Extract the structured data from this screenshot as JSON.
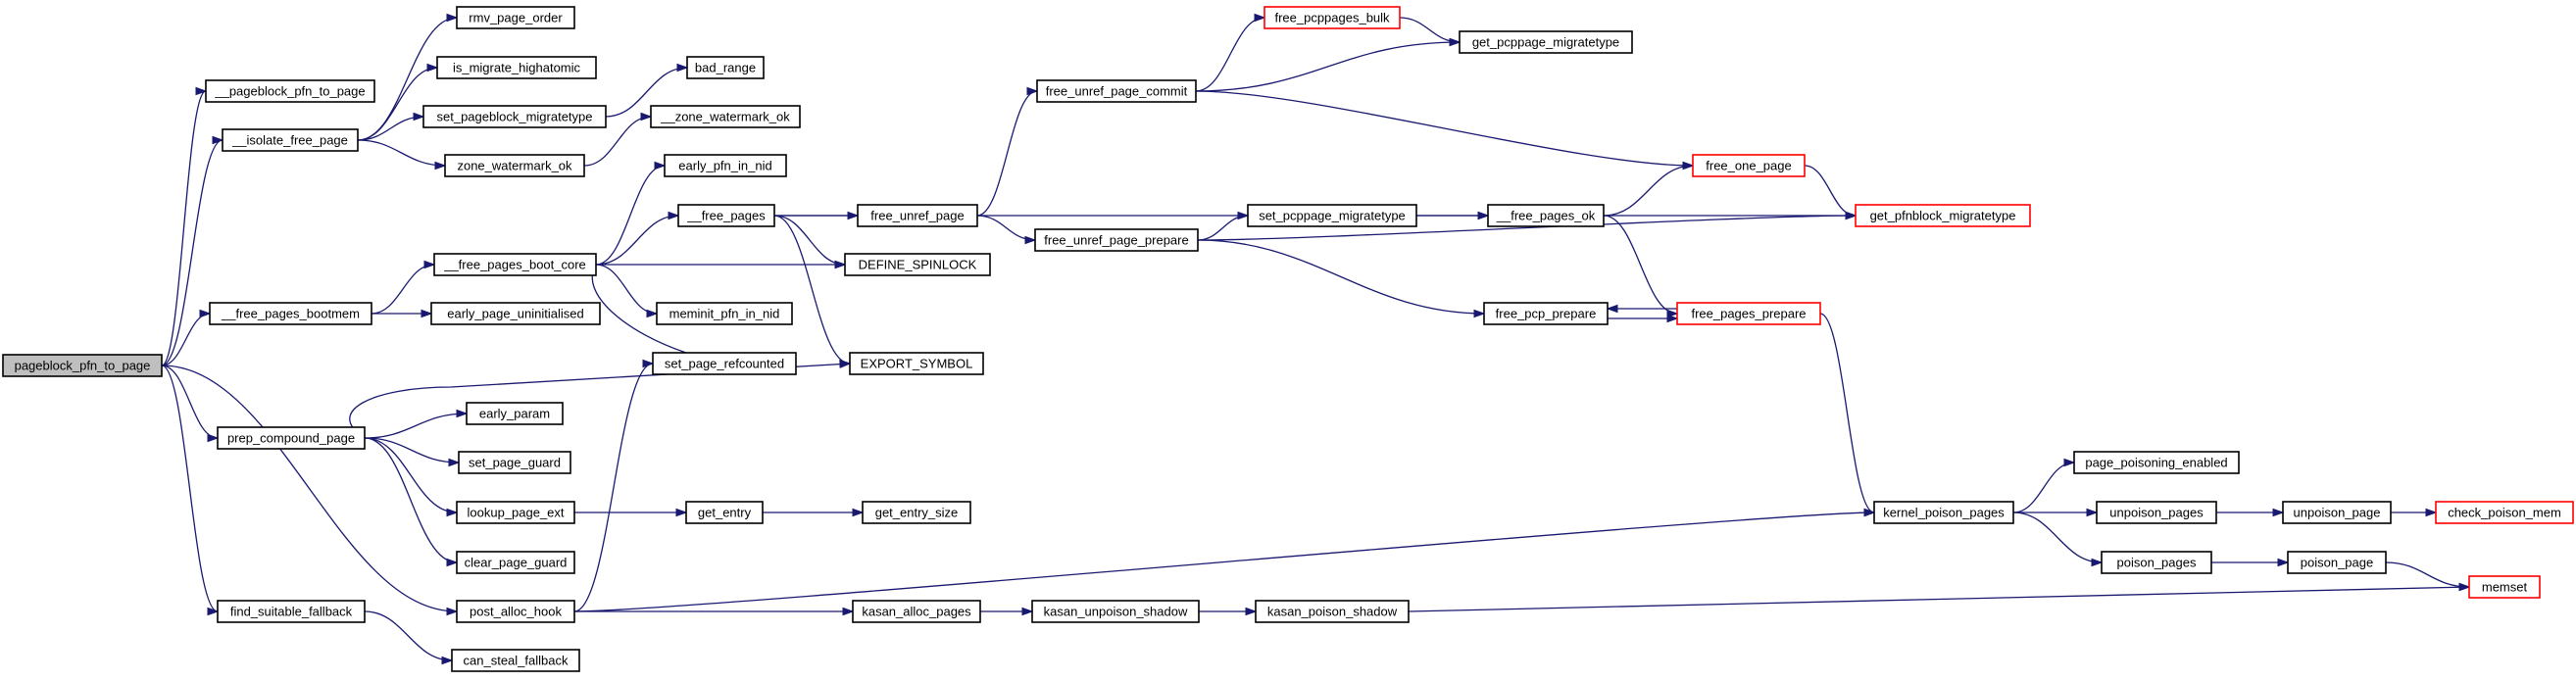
{
  "colors": {
    "edge": "#191970",
    "node_border": "#000000",
    "truncated_border": "#ff0000",
    "root_fill": "#bfbfbf",
    "node_fill": "#ffffff",
    "text": "#000000"
  },
  "graph": {
    "nodes": [
      {
        "id": "pageblock_pfn_to_page",
        "label": "pageblock_pfn_to_page",
        "kind": "root"
      },
      {
        "id": "__pageblock_pfn_to_page",
        "label": "__pageblock_pfn_to_page",
        "kind": "normal"
      },
      {
        "id": "__isolate_free_page",
        "label": "__isolate_free_page",
        "kind": "normal"
      },
      {
        "id": "__free_pages_bootmem",
        "label": "__free_pages_bootmem",
        "kind": "normal"
      },
      {
        "id": "prep_compound_page",
        "label": "prep_compound_page",
        "kind": "normal"
      },
      {
        "id": "find_suitable_fallback",
        "label": "find_suitable_fallback",
        "kind": "normal"
      },
      {
        "id": "rmv_page_order",
        "label": "rmv_page_order",
        "kind": "normal"
      },
      {
        "id": "is_migrate_highatomic",
        "label": "is_migrate_highatomic",
        "kind": "normal"
      },
      {
        "id": "set_pageblock_migratetype",
        "label": "set_pageblock_migratetype",
        "kind": "normal"
      },
      {
        "id": "zone_watermark_ok",
        "label": "zone_watermark_ok",
        "kind": "normal"
      },
      {
        "id": "__free_pages_boot_core",
        "label": "__free_pages_boot_core",
        "kind": "normal"
      },
      {
        "id": "early_page_uninitialised",
        "label": "early_page_uninitialised",
        "kind": "normal"
      },
      {
        "id": "early_param",
        "label": "early_param",
        "kind": "normal"
      },
      {
        "id": "set_page_guard",
        "label": "set_page_guard",
        "kind": "normal"
      },
      {
        "id": "lookup_page_ext",
        "label": "lookup_page_ext",
        "kind": "normal"
      },
      {
        "id": "clear_page_guard",
        "label": "clear_page_guard",
        "kind": "normal"
      },
      {
        "id": "post_alloc_hook",
        "label": "post_alloc_hook",
        "kind": "normal"
      },
      {
        "id": "can_steal_fallback",
        "label": "can_steal_fallback",
        "kind": "normal"
      },
      {
        "id": "bad_range",
        "label": "bad_range",
        "kind": "normal"
      },
      {
        "id": "__zone_watermark_ok",
        "label": "__zone_watermark_ok",
        "kind": "normal"
      },
      {
        "id": "early_pfn_in_nid",
        "label": "early_pfn_in_nid",
        "kind": "normal"
      },
      {
        "id": "__free_pages",
        "label": "__free_pages",
        "kind": "normal"
      },
      {
        "id": "meminit_pfn_in_nid",
        "label": "meminit_pfn_in_nid",
        "kind": "normal"
      },
      {
        "id": "set_page_refcounted",
        "label": "set_page_refcounted",
        "kind": "normal"
      },
      {
        "id": "get_entry",
        "label": "get_entry",
        "kind": "normal"
      },
      {
        "id": "free_unref_page",
        "label": "free_unref_page",
        "kind": "normal"
      },
      {
        "id": "DEFINE_SPINLOCK",
        "label": "DEFINE_SPINLOCK",
        "kind": "normal"
      },
      {
        "id": "EXPORT_SYMBOL",
        "label": "EXPORT_SYMBOL",
        "kind": "normal"
      },
      {
        "id": "get_entry_size",
        "label": "get_entry_size",
        "kind": "normal"
      },
      {
        "id": "kasan_alloc_pages",
        "label": "kasan_alloc_pages",
        "kind": "normal"
      },
      {
        "id": "free_unref_page_commit",
        "label": "free_unref_page_commit",
        "kind": "normal"
      },
      {
        "id": "free_unref_page_prepare",
        "label": "free_unref_page_prepare",
        "kind": "normal"
      },
      {
        "id": "kasan_unpoison_shadow",
        "label": "kasan_unpoison_shadow",
        "kind": "normal"
      },
      {
        "id": "free_pcppages_bulk",
        "label": "free_pcppages_bulk",
        "kind": "truncated"
      },
      {
        "id": "set_pcppage_migratetype",
        "label": "set_pcppage_migratetype",
        "kind": "normal"
      },
      {
        "id": "kasan_poison_shadow",
        "label": "kasan_poison_shadow",
        "kind": "normal"
      },
      {
        "id": "get_pcppage_migratetype",
        "label": "get_pcppage_migratetype",
        "kind": "normal"
      },
      {
        "id": "__free_pages_ok",
        "label": "__free_pages_ok",
        "kind": "normal"
      },
      {
        "id": "free_pcp_prepare",
        "label": "free_pcp_prepare",
        "kind": "normal"
      },
      {
        "id": "free_one_page",
        "label": "free_one_page",
        "kind": "truncated"
      },
      {
        "id": "free_pages_prepare",
        "label": "free_pages_prepare",
        "kind": "truncated"
      },
      {
        "id": "get_pfnblock_migratetype",
        "label": "get_pfnblock_migratetype",
        "kind": "truncated"
      },
      {
        "id": "kernel_poison_pages",
        "label": "kernel_poison_pages",
        "kind": "normal"
      },
      {
        "id": "page_poisoning_enabled",
        "label": "page_poisoning_enabled",
        "kind": "normal"
      },
      {
        "id": "unpoison_pages",
        "label": "unpoison_pages",
        "kind": "normal"
      },
      {
        "id": "poison_pages",
        "label": "poison_pages",
        "kind": "normal"
      },
      {
        "id": "unpoison_page",
        "label": "unpoison_page",
        "kind": "normal"
      },
      {
        "id": "poison_page",
        "label": "poison_page",
        "kind": "normal"
      },
      {
        "id": "check_poison_mem",
        "label": "check_poison_mem",
        "kind": "truncated"
      },
      {
        "id": "memset",
        "label": "memset",
        "kind": "truncated"
      }
    ],
    "edges": [
      [
        "pageblock_pfn_to_page",
        "__pageblock_pfn_to_page"
      ],
      [
        "pageblock_pfn_to_page",
        "__isolate_free_page"
      ],
      [
        "pageblock_pfn_to_page",
        "__free_pages_bootmem"
      ],
      [
        "pageblock_pfn_to_page",
        "prep_compound_page"
      ],
      [
        "pageblock_pfn_to_page",
        "post_alloc_hook"
      ],
      [
        "pageblock_pfn_to_page",
        "find_suitable_fallback"
      ],
      [
        "__isolate_free_page",
        "rmv_page_order"
      ],
      [
        "__isolate_free_page",
        "is_migrate_highatomic"
      ],
      [
        "__isolate_free_page",
        "set_pageblock_migratetype"
      ],
      [
        "__isolate_free_page",
        "zone_watermark_ok"
      ],
      [
        "set_pageblock_migratetype",
        "bad_range"
      ],
      [
        "zone_watermark_ok",
        "__zone_watermark_ok"
      ],
      [
        "__free_pages_bootmem",
        "__free_pages_boot_core"
      ],
      [
        "__free_pages_bootmem",
        "early_page_uninitialised"
      ],
      [
        "__free_pages_boot_core",
        "early_pfn_in_nid"
      ],
      [
        "__free_pages_boot_core",
        "__free_pages"
      ],
      [
        "__free_pages_boot_core",
        "DEFINE_SPINLOCK"
      ],
      [
        "__free_pages_boot_core",
        "meminit_pfn_in_nid"
      ],
      [
        "__free_pages_boot_core",
        "set_page_refcounted"
      ],
      [
        "__free_pages",
        "free_unref_page"
      ],
      [
        "__free_pages",
        "__free_pages_ok"
      ],
      [
        "__free_pages",
        "DEFINE_SPINLOCK"
      ],
      [
        "__free_pages",
        "EXPORT_SYMBOL"
      ],
      [
        "free_unref_page",
        "free_unref_page_commit"
      ],
      [
        "free_unref_page",
        "free_unref_page_prepare"
      ],
      [
        "free_unref_page_commit",
        "free_pcppages_bulk"
      ],
      [
        "free_unref_page_commit",
        "get_pcppage_migratetype"
      ],
      [
        "free_unref_page_commit",
        "free_one_page"
      ],
      [
        "free_pcppages_bulk",
        "get_pcppage_migratetype"
      ],
      [
        "free_unref_page_prepare",
        "set_pcppage_migratetype"
      ],
      [
        "free_unref_page_prepare",
        "get_pfnblock_migratetype"
      ],
      [
        "free_unref_page_prepare",
        "free_pcp_prepare"
      ],
      [
        "set_pcppage_migratetype",
        "__free_pages_ok"
      ],
      [
        "__free_pages_ok",
        "free_one_page"
      ],
      [
        "__free_pages_ok",
        "get_pfnblock_migratetype"
      ],
      [
        "__free_pages_ok",
        "free_pages_prepare"
      ],
      [
        "free_one_page",
        "get_pfnblock_migratetype"
      ],
      [
        "free_pcp_prepare",
        "free_pages_prepare"
      ],
      [
        "free_pages_prepare",
        "free_pcp_prepare"
      ],
      [
        "free_pages_prepare",
        "kernel_poison_pages"
      ],
      [
        "prep_compound_page",
        "EXPORT_SYMBOL"
      ],
      [
        "prep_compound_page",
        "early_param"
      ],
      [
        "prep_compound_page",
        "set_page_guard"
      ],
      [
        "prep_compound_page",
        "lookup_page_ext"
      ],
      [
        "prep_compound_page",
        "clear_page_guard"
      ],
      [
        "lookup_page_ext",
        "get_entry"
      ],
      [
        "get_entry",
        "get_entry_size"
      ],
      [
        "post_alloc_hook",
        "set_page_refcounted"
      ],
      [
        "post_alloc_hook",
        "kernel_poison_pages"
      ],
      [
        "post_alloc_hook",
        "kasan_alloc_pages"
      ],
      [
        "kasan_alloc_pages",
        "kasan_unpoison_shadow"
      ],
      [
        "kasan_unpoison_shadow",
        "kasan_poison_shadow"
      ],
      [
        "kasan_poison_shadow",
        "memset"
      ],
      [
        "find_suitable_fallback",
        "can_steal_fallback"
      ],
      [
        "kernel_poison_pages",
        "page_poisoning_enabled"
      ],
      [
        "kernel_poison_pages",
        "unpoison_pages"
      ],
      [
        "kernel_poison_pages",
        "poison_pages"
      ],
      [
        "unpoison_pages",
        "unpoison_page"
      ],
      [
        "unpoison_page",
        "check_poison_mem"
      ],
      [
        "poison_pages",
        "poison_page"
      ],
      [
        "poison_page",
        "memset"
      ]
    ]
  }
}
